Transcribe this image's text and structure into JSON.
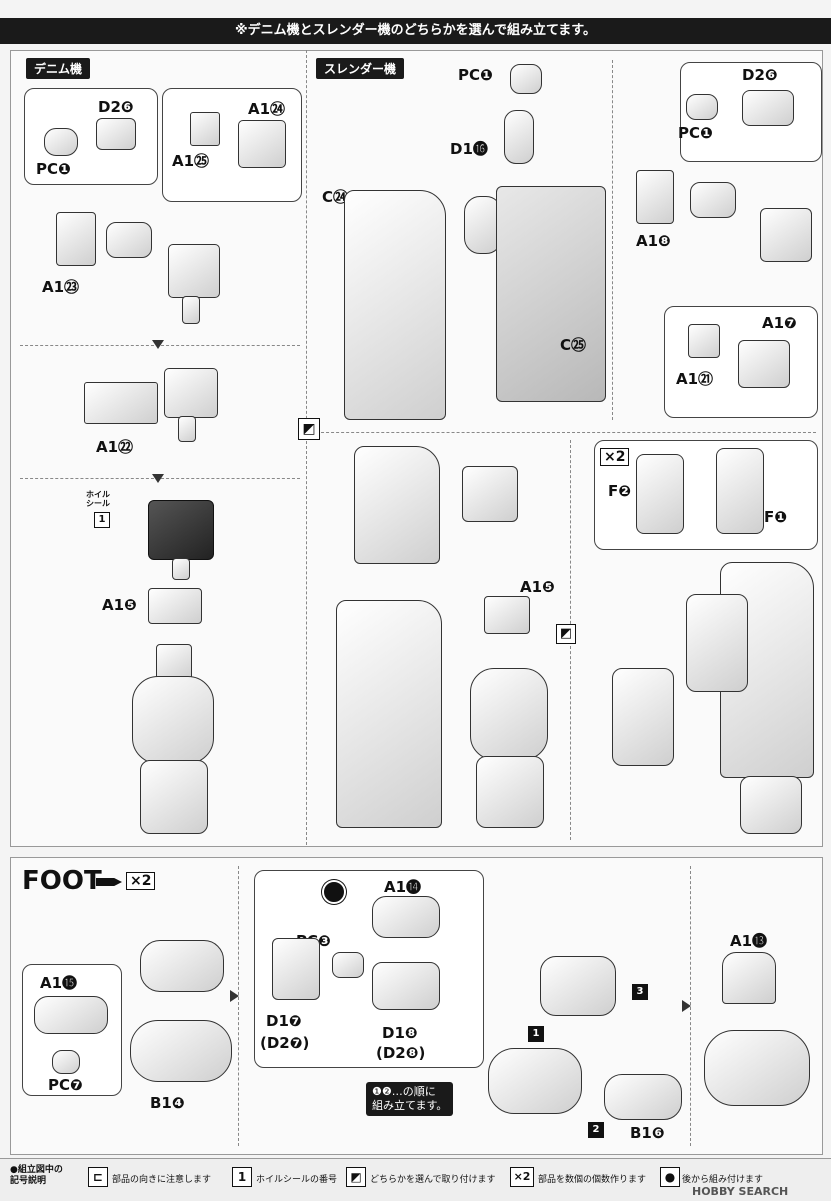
{
  "header": {
    "title": "※デニム機とスレンダー機のどちらかを選んで組み立てます。"
  },
  "sections": {
    "denim_tag": "デニム機",
    "slender_tag": "スレンダー機"
  },
  "labels": {
    "d2_6": "D2❻",
    "pc1": "PC❶",
    "a1_24": "A1㉔",
    "a1_25": "A1㉕",
    "a1_23": "A1㉓",
    "a1_22": "A1㉒",
    "wheel_seal": "ホイル\nシール",
    "seal_num": "1",
    "a1_5": "A1❺",
    "pc1_s": "PC❶",
    "d1_16": "D1⓰",
    "c24": "C㉔",
    "c25": "C㉕",
    "d2_6_r": "D2❻",
    "pc1_r": "PC❶",
    "a1_8": "A1❽",
    "a1_7": "A1❼",
    "a1_21": "A1㉑",
    "a1_5_s": "A1❺",
    "x2_f": "×2",
    "f2": "F❷",
    "f1": "F❶"
  },
  "foot": {
    "title": "FOOT",
    "x2": "×2",
    "a1_15": "A1⓯",
    "pc7": "PC❼",
    "b1_4": "B1❹",
    "a1_14": "A1⓮",
    "pc3": "PC❸",
    "d1_7": "D1❼",
    "d2_7": "(D2❼)",
    "d1_8": "D1❽",
    "d2_8": "(D2❽)",
    "b1_6": "B1❻",
    "a1_13": "A1⓭",
    "step1": "1",
    "step2": "2",
    "step3": "3",
    "instruction": "❶❷…の順に\n組み立てます。"
  },
  "legend": {
    "title": "●組立図中の\n記号説明",
    "items": [
      {
        "icon": "⊏",
        "text": "部品の向きに注意します"
      },
      {
        "icon": "1",
        "text": "ホイルシールの番号"
      },
      {
        "icon": "◩",
        "text": "どちらかを選んで取り付けます"
      },
      {
        "icon": "×2",
        "text": "部品を数個の個数作ります"
      },
      {
        "icon": "●",
        "text": "後から組み付けます"
      }
    ]
  },
  "watermark": "HOBBY SEARCH"
}
